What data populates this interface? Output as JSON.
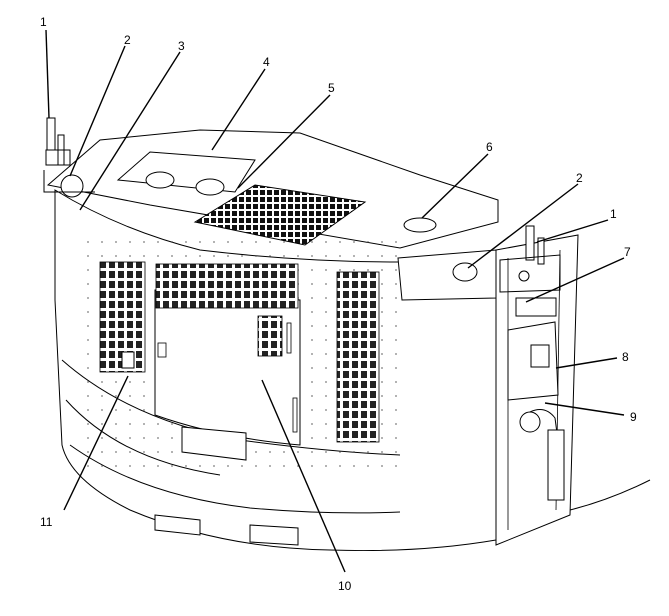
{
  "diagram": {
    "callouts": [
      {
        "id": "c1a",
        "label": "1"
      },
      {
        "id": "c2a",
        "label": "2"
      },
      {
        "id": "c3",
        "label": "3"
      },
      {
        "id": "c4",
        "label": "4"
      },
      {
        "id": "c5",
        "label": "5"
      },
      {
        "id": "c6",
        "label": "6"
      },
      {
        "id": "c2b",
        "label": "2"
      },
      {
        "id": "c1b",
        "label": "1"
      },
      {
        "id": "c7",
        "label": "7"
      },
      {
        "id": "c8",
        "label": "8"
      },
      {
        "id": "c9",
        "label": "9"
      },
      {
        "id": "c10",
        "label": "10"
      },
      {
        "id": "c11",
        "label": "11"
      }
    ]
  }
}
